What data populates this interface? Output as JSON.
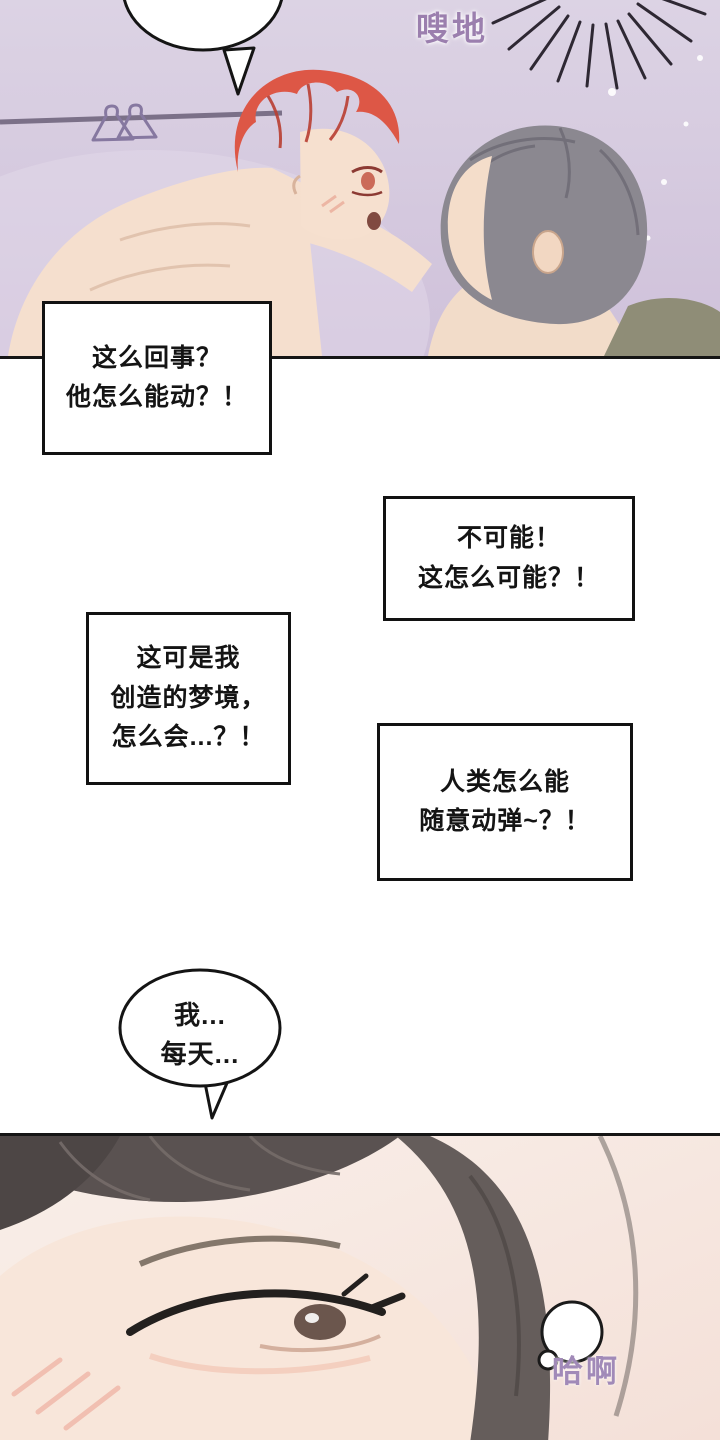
{
  "sfx": {
    "top": "嗖地",
    "bottom": "哈啊"
  },
  "narration_boxes": [
    {
      "lines": [
        "这么回事？",
        "他怎么能动？！"
      ]
    },
    {
      "lines": [
        "不可能！",
        "这怎么可能？！"
      ]
    },
    {
      "lines": [
        "这可是我",
        "创造的梦境，",
        "怎么会...？！"
      ]
    },
    {
      "lines": [
        "人类怎么能",
        "随意动弹~？！"
      ]
    }
  ],
  "speech_bubble": {
    "lines": [
      "我...",
      "每天..."
    ]
  },
  "colors": {
    "panel_top_bg": "#d5c9dd",
    "panel_bottom_bg": "#f8ece5",
    "sfx_purple": "#9b7fae",
    "box_border": "#121212",
    "hair_red": "#dd5746",
    "hair_grey": "#8b8890",
    "hair_dark": "#5a5251",
    "skin": "#f5dfce"
  }
}
